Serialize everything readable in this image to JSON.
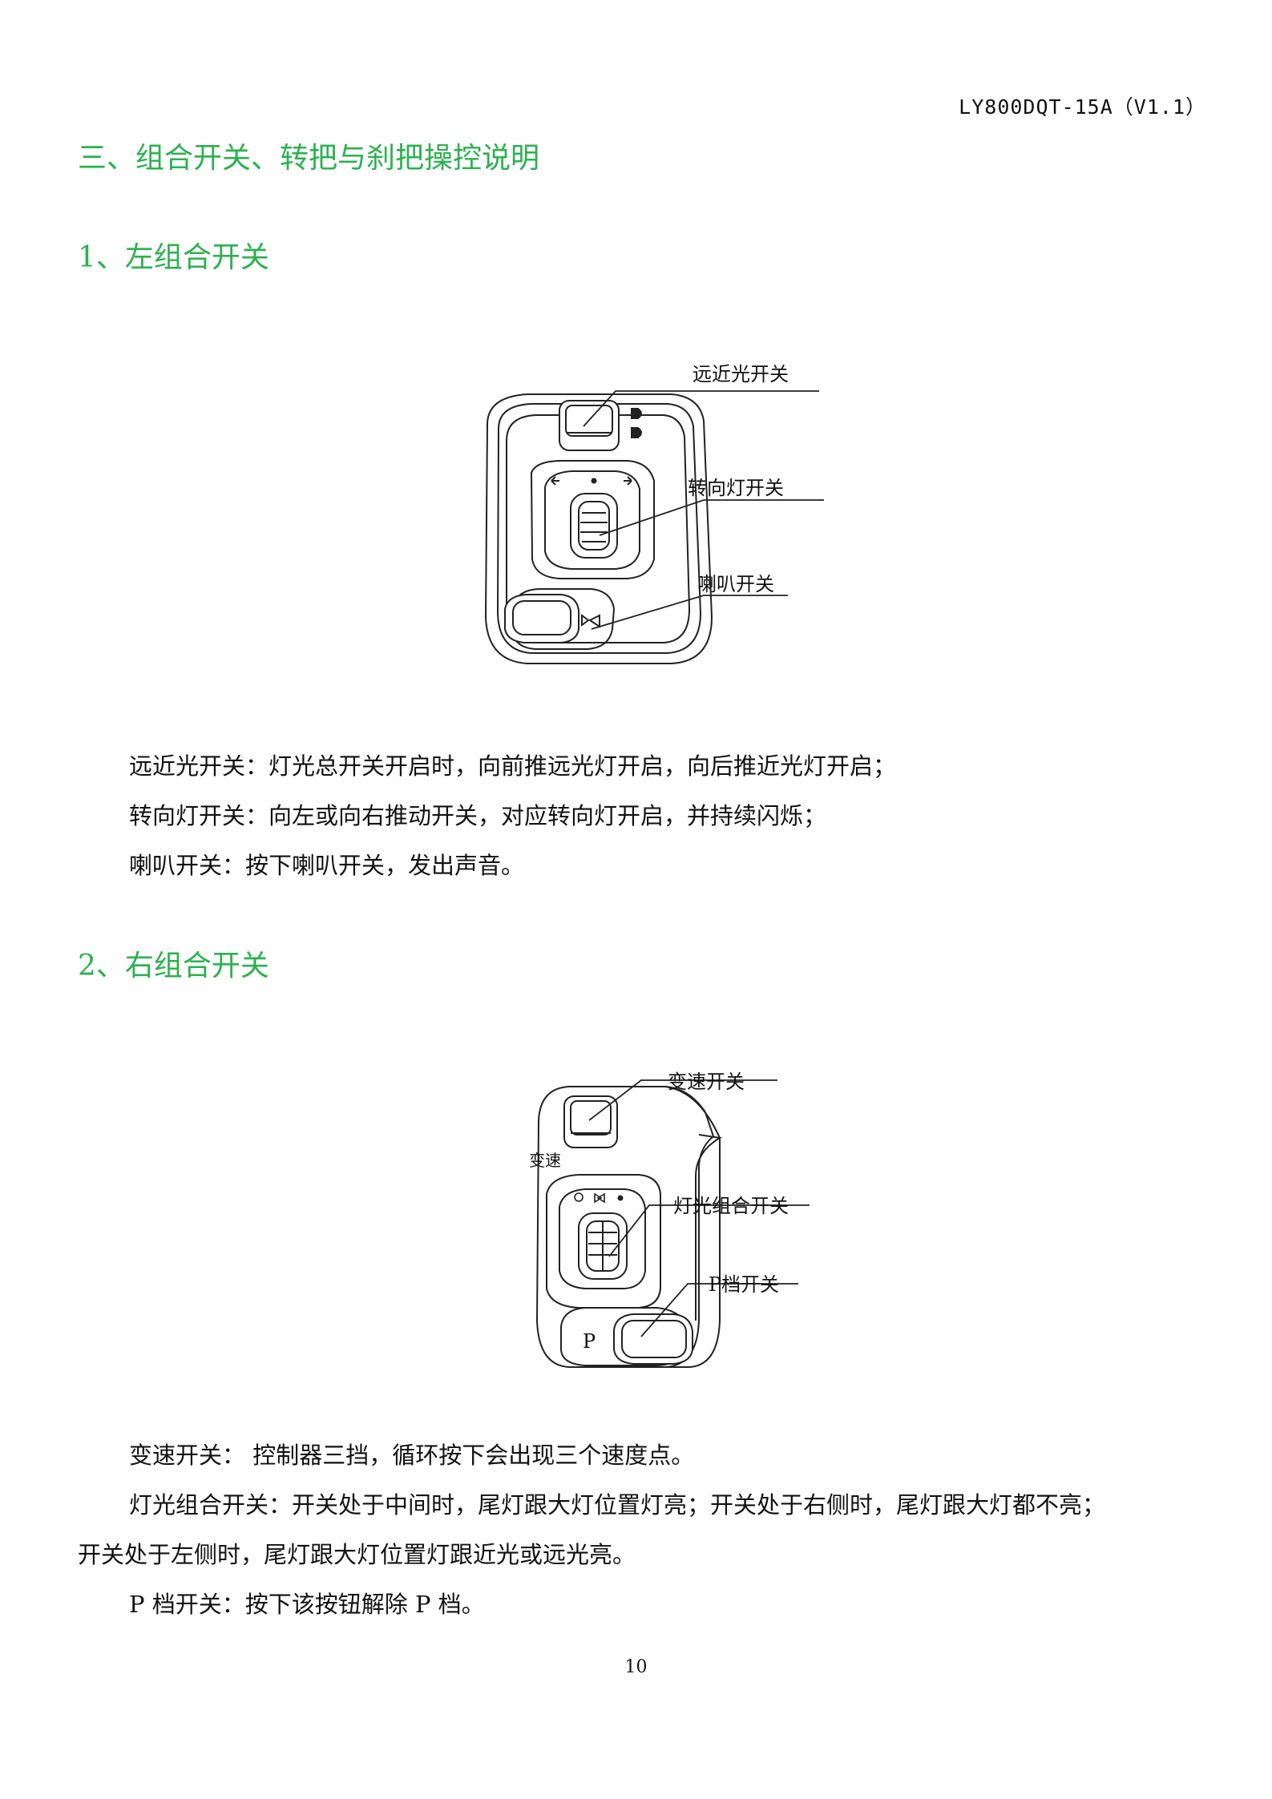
{
  "header": {
    "doc_id": "LY800DQT-15A（V1.1）"
  },
  "section": {
    "title": "三、组合开关、转把与刹把操控说明"
  },
  "left_switch": {
    "heading": "1、左组合开关",
    "callouts": {
      "beam": "远近光开关",
      "turn": "转向灯开关",
      "horn": "喇叭开关"
    },
    "paragraphs": [
      "远近光开关：灯光总开关开启时，向前推远光灯开启，向后推近光灯开启；",
      "转向灯开关：向左或向右推动开关，对应转向灯开启，并持续闪烁；",
      "喇叭开关：按下喇叭开关，发出声音。"
    ]
  },
  "right_switch": {
    "heading": "2、右组合开关",
    "callouts": {
      "speed": "变速开关",
      "light": "灯光组合开关",
      "park": "P档开关"
    },
    "device_labels": {
      "speed": "变速",
      "park": "P"
    },
    "paragraphs": [
      "变速开关：  控制器三挡，循环按下会出现三个速度点。",
      "灯光组合开关：开关处于中间时，尾灯跟大灯位置灯亮；开关处于右侧时，尾灯跟大灯都不亮；",
      "开关处于左侧时，尾灯跟大灯位置灯跟近光或远光亮。",
      "P 档开关：按下该按钮解除 P 档。"
    ]
  },
  "footer": {
    "page_number": "10"
  }
}
